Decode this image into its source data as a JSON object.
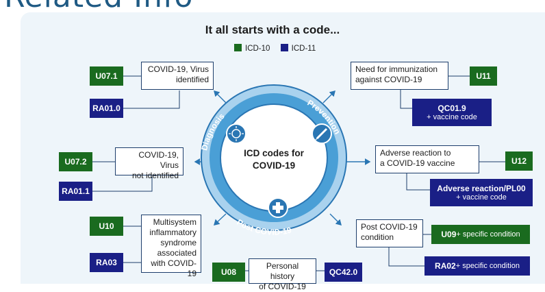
{
  "page_title_fragment": "Related Info",
  "heading": "It all starts with a code...",
  "legend": [
    {
      "label": "ICD-10",
      "color": "#1a6b1f"
    },
    {
      "label": "ICD-11",
      "color": "#1a1f86"
    }
  ],
  "center": {
    "line1": "ICD codes for",
    "line2": "COVID-19"
  },
  "ring_labels": {
    "diagnosis": "Diagnosis",
    "prevention": "Prevention",
    "post": "Post COVID-19"
  },
  "left": [
    {
      "label_lines": [
        "COVID-19, Virus",
        "identified"
      ],
      "icd10": "U07.1",
      "icd11": "RA01.0"
    },
    {
      "label_lines": [
        "COVID-19, Virus",
        "not identified"
      ],
      "icd10": "U07.2",
      "icd11": "RA01.1"
    },
    {
      "label_lines": [
        "Multisystem",
        "inflammatory",
        "syndrome",
        "associated",
        "with COVID-19"
      ],
      "icd10": "U10",
      "icd11": "RA03"
    }
  ],
  "bottom": {
    "label_lines": [
      "Personal history",
      "of COVID-19"
    ],
    "icd10": "U08",
    "icd11": "QC42.0"
  },
  "right": [
    {
      "label_lines": [
        "Need for immunization",
        "against COVID-19"
      ],
      "icd10": "U11",
      "icd11": "QC01.9",
      "icd11_suffix": "+ vaccine code"
    },
    {
      "label_lines": [
        "Adverse reaction to",
        "a COVID-19 vaccine"
      ],
      "icd10": "U12",
      "icd11": "Adverse reaction/PL00",
      "icd11_suffix": "+ vaccine code"
    },
    {
      "label_lines": [
        "Post COVID-19",
        "condition"
      ],
      "icd10": "U09",
      "icd10_suffix": " + specific condition",
      "icd11": "RA02",
      "icd11_suffix": " + specific condition"
    }
  ],
  "colors": {
    "icd10": "#1a6b1f",
    "icd11": "#1a1f86",
    "ring": "#4a9fd6",
    "ring_edge": "#2a76b3"
  },
  "icons": [
    "virus-icon",
    "syringe-icon",
    "medical-cross-icon"
  ]
}
